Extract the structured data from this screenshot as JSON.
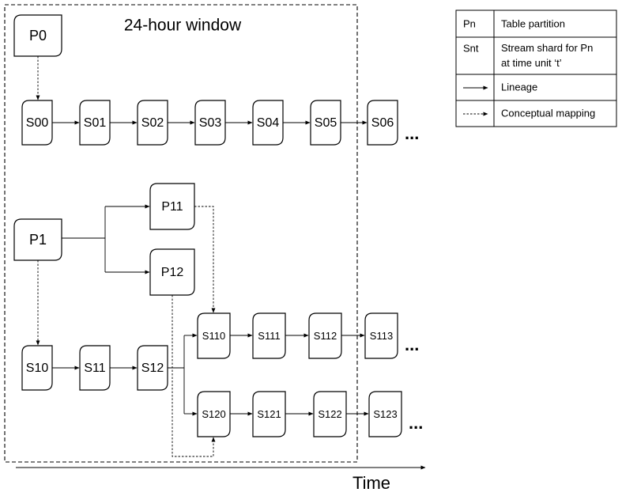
{
  "window": {
    "label": "24-hour window"
  },
  "axis": {
    "label": "Time"
  },
  "continuation": "...",
  "nodes": {
    "P0": "P0",
    "S00": "S00",
    "S01": "S01",
    "S02": "S02",
    "S03": "S03",
    "S04": "S04",
    "S05": "S05",
    "S06": "S06",
    "P1": "P1",
    "P11": "P11",
    "P12": "P12",
    "S10": "S10",
    "S11": "S11",
    "S12": "S12",
    "S110": "S110",
    "S111": "S111",
    "S112": "S112",
    "S113": "S113",
    "S120": "S120",
    "S121": "S121",
    "S122": "S122",
    "S123": "S123"
  },
  "legend": {
    "rows": [
      {
        "symbol": "Pn",
        "description": "Table partition"
      },
      {
        "symbol": "Snt",
        "description": "Stream shard for Pn at time unit ‘t’"
      },
      {
        "symbol": "arrow-solid",
        "description": "Lineage"
      },
      {
        "symbol": "arrow-dashed",
        "description": "Conceptual mapping"
      }
    ]
  }
}
